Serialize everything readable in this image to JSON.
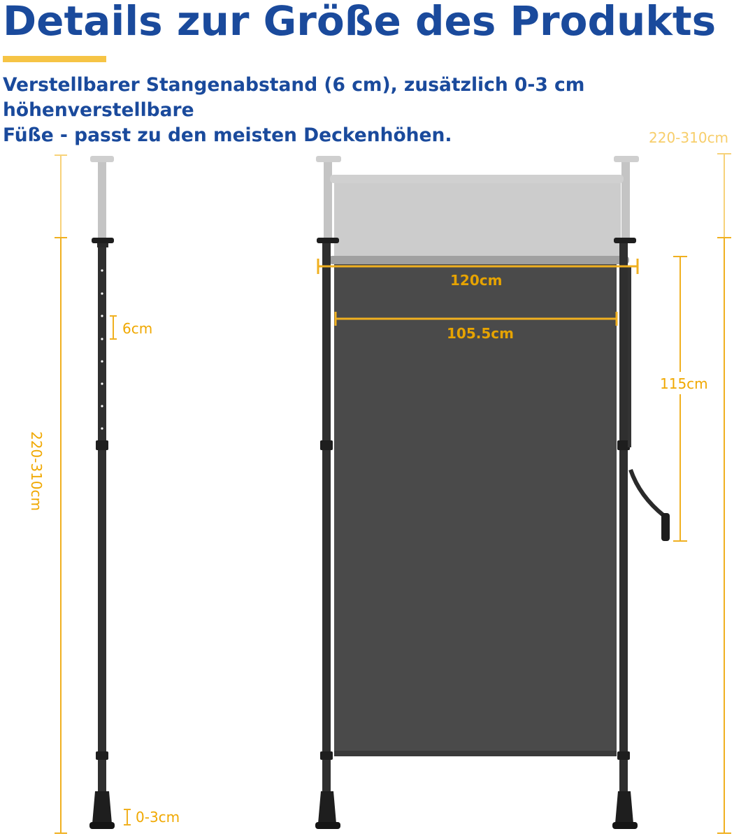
{
  "header": {
    "title": "Details zur Größe des Produkts",
    "subtitle_line1": "Verstellbarer Stangenabstand (6 cm), zusätzlich 0-3 cm höhenverstellbare",
    "subtitle_line2": "Füße - passt zu den meisten Deckenhöhen."
  },
  "dimensions": {
    "pole_height": "220-310cm",
    "pole_height_right": "220-310cm",
    "hole_spacing": "6cm",
    "foot_adjust": "0-3cm",
    "outer_width": "120cm",
    "blind_width": "105.5cm",
    "blind_height": "115cm"
  },
  "colors": {
    "title": "#1a4a9c",
    "accent": "#f6c445",
    "dimension": "#f0a800",
    "blind_fabric": "#4a4a4a",
    "pole": "#2a2a2a"
  }
}
